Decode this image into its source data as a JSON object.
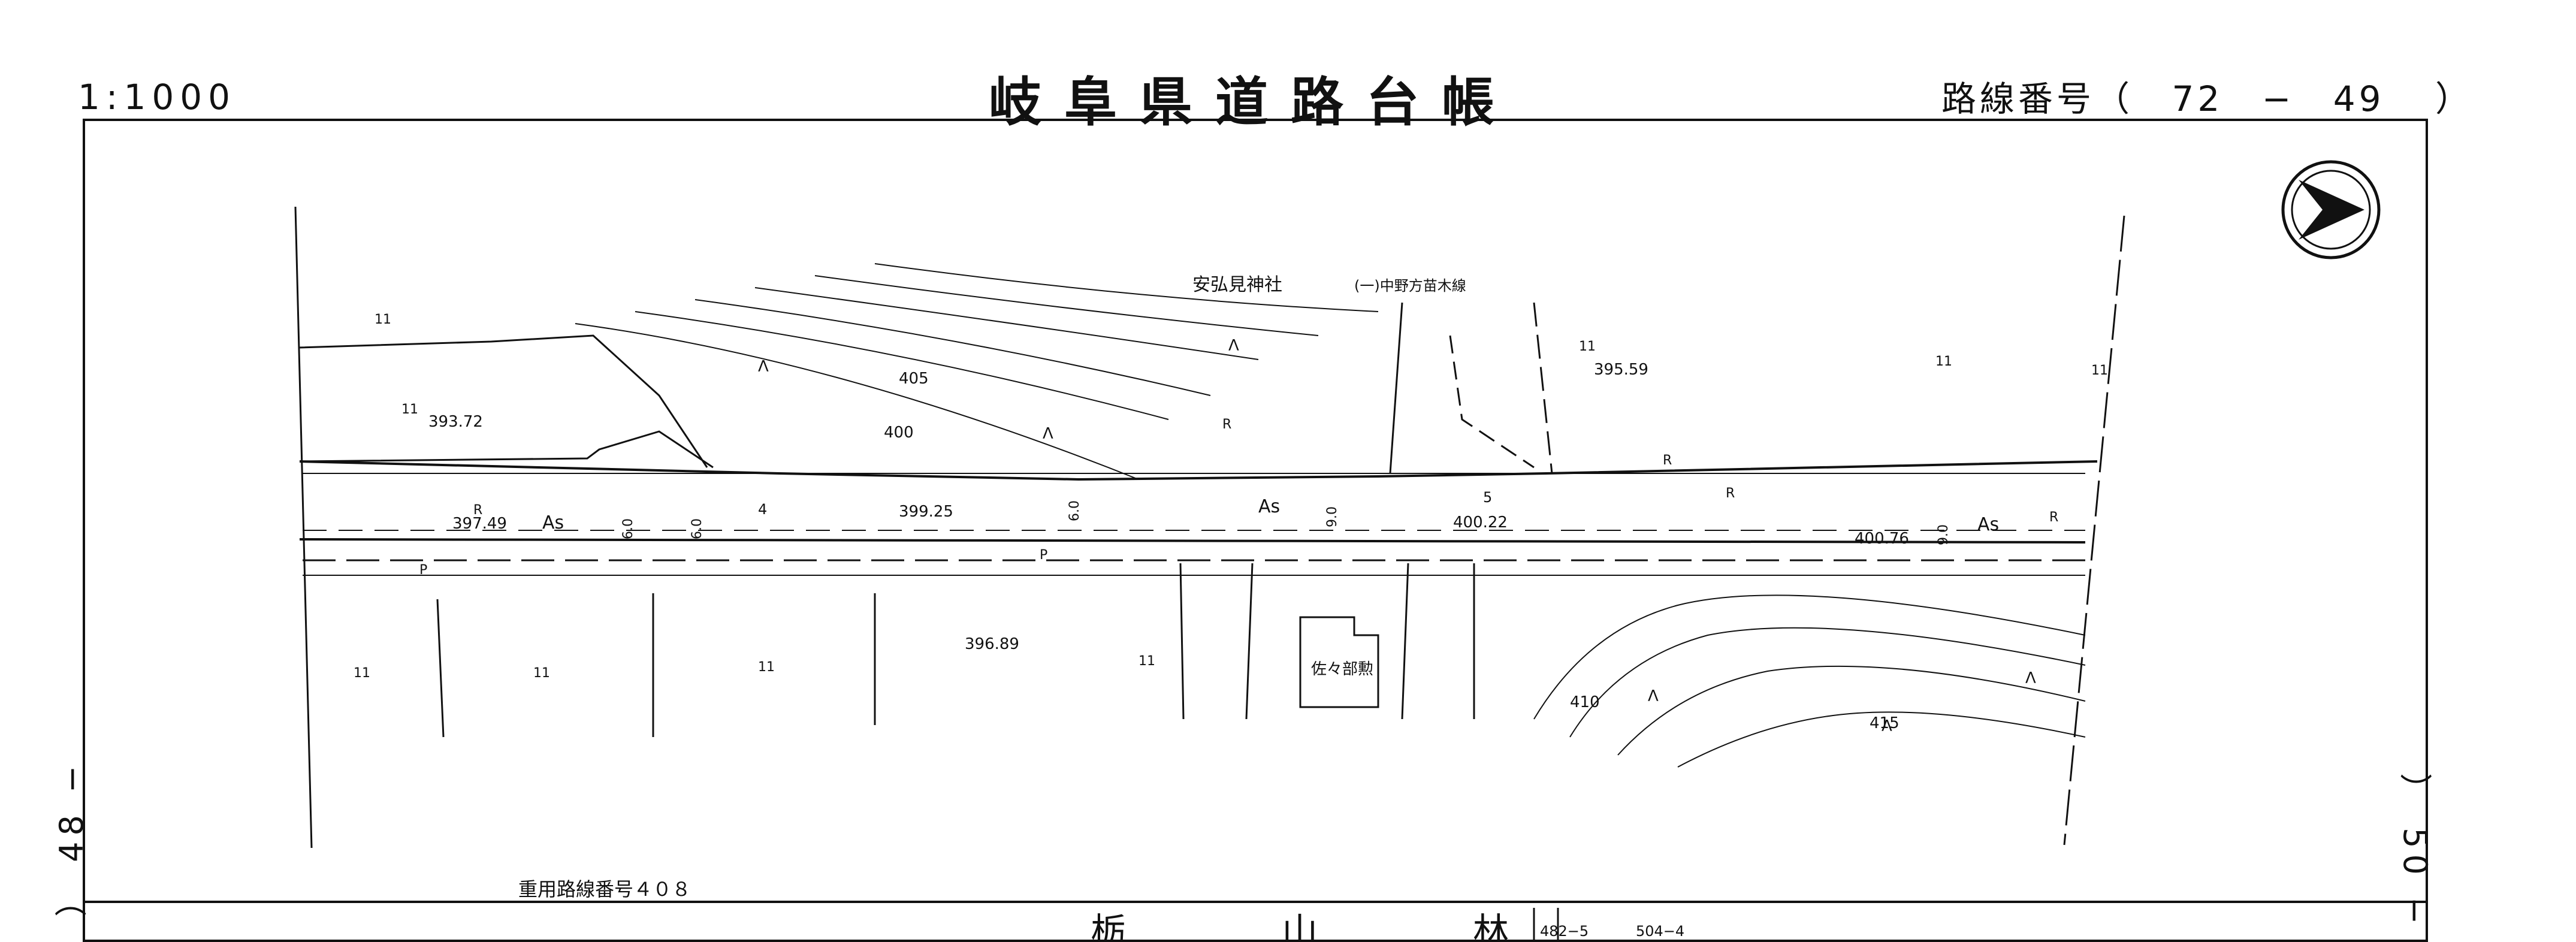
{
  "header": {
    "scale": "1:1000",
    "title": "岐阜県道路台帳",
    "route_label": "路線番号（",
    "route_main": "72",
    "route_dash": "−",
    "route_sub": "49",
    "route_close": "）"
  },
  "sheet_prev": "） 48 −",
  "sheet_next": "） 50 −",
  "map": {
    "shrine": "安弘見神社",
    "crossroad": "(一)中野方苗木線",
    "house": "佐々部勲",
    "overlap": "重用路線番号４０８",
    "north_symbol": "compass-arrow-icon",
    "spot_heights": [
      "393.72",
      "397.49",
      "399.25",
      "400.22",
      "400.76",
      "395.59",
      "396.89"
    ],
    "contours": [
      "405",
      "400",
      "410",
      "415"
    ],
    "stations": [
      "4",
      "5"
    ],
    "widths": [
      "6.0",
      "6.0",
      "6.0",
      "9.0",
      "9.0"
    ],
    "pavement": "As",
    "marks": {
      "field": "11",
      "rice": "11",
      "forest": "Λ",
      "retaining": "R",
      "pole": "P"
    },
    "lower_lot_a": "482−5",
    "lower_lot_b": "504−4",
    "lower_text": "栃 山 林"
  }
}
